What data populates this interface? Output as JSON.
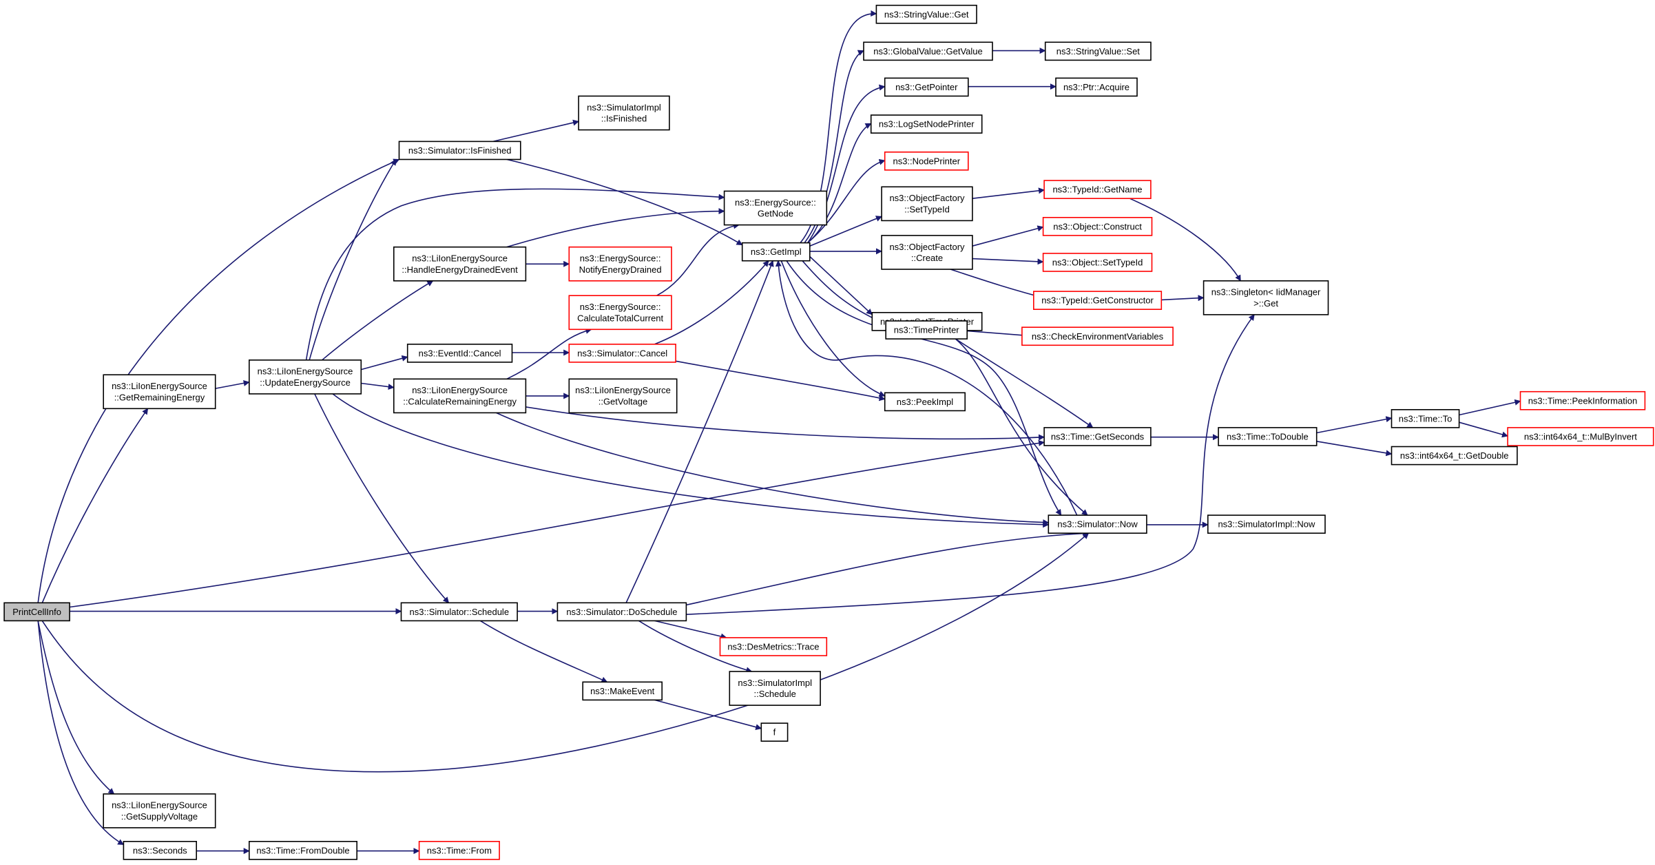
{
  "colors": {
    "edge": "#191970",
    "node_border": "#000000",
    "node_border_external": "#ff0000",
    "root_fill": "#bfbfbf",
    "node_fill": "#ffffff"
  },
  "nodes": {
    "printcellinfo": {
      "lines": [
        "PrintCellInfo"
      ],
      "root": true
    },
    "lion_getremaining": {
      "lines": [
        "ns3::LiIonEnergySource",
        "::GetRemainingEnergy"
      ]
    },
    "lion_getsupply": {
      "lines": [
        "ns3::LiIonEnergySource",
        "::GetSupplyVoltage"
      ]
    },
    "seconds": {
      "lines": [
        "ns3::Seconds"
      ]
    },
    "time_fromdouble": {
      "lines": [
        "ns3::Time::FromDouble"
      ]
    },
    "time_from": {
      "lines": [
        "ns3::Time::From"
      ],
      "external": true
    },
    "lion_update": {
      "lines": [
        "ns3::LiIonEnergySource",
        "::UpdateEnergySource"
      ]
    },
    "sim_isfinished": {
      "lines": [
        "ns3::Simulator::IsFinished"
      ]
    },
    "simimpl_isfinished": {
      "lines": [
        "ns3::SimulatorImpl",
        "::IsFinished"
      ]
    },
    "lion_handle": {
      "lines": [
        "ns3::LiIonEnergySource",
        "::HandleEnergyDrainedEvent"
      ]
    },
    "es_notify": {
      "lines": [
        "ns3::EnergySource::",
        "NotifyEnergyDrained"
      ],
      "external": true
    },
    "eventid_cancel": {
      "lines": [
        "ns3::EventId::Cancel"
      ]
    },
    "lion_calcremaining": {
      "lines": [
        "ns3::LiIonEnergySource",
        "::CalculateRemainingEnergy"
      ]
    },
    "es_calctotal": {
      "lines": [
        "ns3::EnergySource::",
        "CalculateTotalCurrent"
      ],
      "external": true
    },
    "sim_cancel": {
      "lines": [
        "ns3::Simulator::Cancel"
      ],
      "external": true
    },
    "lion_getvoltage": {
      "lines": [
        "ns3::LiIonEnergySource",
        "::GetVoltage"
      ]
    },
    "sim_schedule": {
      "lines": [
        "ns3::Simulator::Schedule"
      ]
    },
    "sim_doschedule": {
      "lines": [
        "ns3::Simulator::DoSchedule"
      ]
    },
    "makeevent": {
      "lines": [
        "ns3::MakeEvent"
      ]
    },
    "f": {
      "lines": [
        "f"
      ]
    },
    "desmetrics_trace": {
      "lines": [
        "ns3::DesMetrics::Trace"
      ],
      "external": true
    },
    "simimpl_schedule": {
      "lines": [
        "ns3::SimulatorImpl",
        "::Schedule"
      ]
    },
    "es_getnode": {
      "lines": [
        "ns3::EnergySource::",
        "GetNode"
      ]
    },
    "getimpl": {
      "lines": [
        "ns3::GetImpl"
      ]
    },
    "stringvalue_get": {
      "lines": [
        "ns3::StringValue::Get"
      ]
    },
    "globalvalue_getvalue": {
      "lines": [
        "ns3::GlobalValue::GetValue"
      ]
    },
    "stringvalue_set": {
      "lines": [
        "ns3::StringValue::Set"
      ]
    },
    "getpointer": {
      "lines": [
        "ns3::GetPointer"
      ]
    },
    "ptr_acquire": {
      "lines": [
        "ns3::Ptr::Acquire"
      ]
    },
    "lognodeprinter": {
      "lines": [
        "ns3::LogSetNodePrinter"
      ]
    },
    "nodeprinter": {
      "lines": [
        "ns3::NodePrinter"
      ],
      "external": true
    },
    "of_settypeid": {
      "lines": [
        "ns3::ObjectFactory",
        "::SetTypeId"
      ]
    },
    "typeid_getname": {
      "lines": [
        "ns3::TypeId::GetName"
      ],
      "external": true
    },
    "of_create": {
      "lines": [
        "ns3::ObjectFactory",
        "::Create"
      ]
    },
    "object_construct": {
      "lines": [
        "ns3::Object::Construct"
      ],
      "external": true
    },
    "object_settypeid": {
      "lines": [
        "ns3::Object::SetTypeId"
      ],
      "external": true
    },
    "typeid_getconstructor": {
      "lines": [
        "ns3::TypeId::GetConstructor"
      ],
      "external": true
    },
    "singleton_get": {
      "lines": [
        "ns3::Singleton< IidManager",
        " >::Get"
      ]
    },
    "logtimeprinter": {
      "lines": [
        "ns3::LogSetTimePrinter"
      ]
    },
    "checkenv": {
      "lines": [
        "ns3::CheckEnvironmentVariables"
      ],
      "external": true
    },
    "timeprinter": {
      "lines": [
        "ns3::TimePrinter"
      ]
    },
    "peekimpl": {
      "lines": [
        "ns3::PeekImpl"
      ]
    },
    "time_getseconds": {
      "lines": [
        "ns3::Time::GetSeconds"
      ]
    },
    "time_todouble": {
      "lines": [
        "ns3::Time::ToDouble"
      ]
    },
    "time_to": {
      "lines": [
        "ns3::Time::To"
      ]
    },
    "time_peekinfo": {
      "lines": [
        "ns3::Time::PeekInformation"
      ],
      "external": true
    },
    "mulbyinvert": {
      "lines": [
        "ns3::int64x64_t::MulByInvert"
      ],
      "external": true
    },
    "int64_getdouble": {
      "lines": [
        "ns3::int64x64_t::GetDouble"
      ]
    },
    "sim_now": {
      "lines": [
        "ns3::Simulator::Now"
      ]
    },
    "simimpl_now": {
      "lines": [
        "ns3::SimulatorImpl::Now"
      ]
    }
  }
}
